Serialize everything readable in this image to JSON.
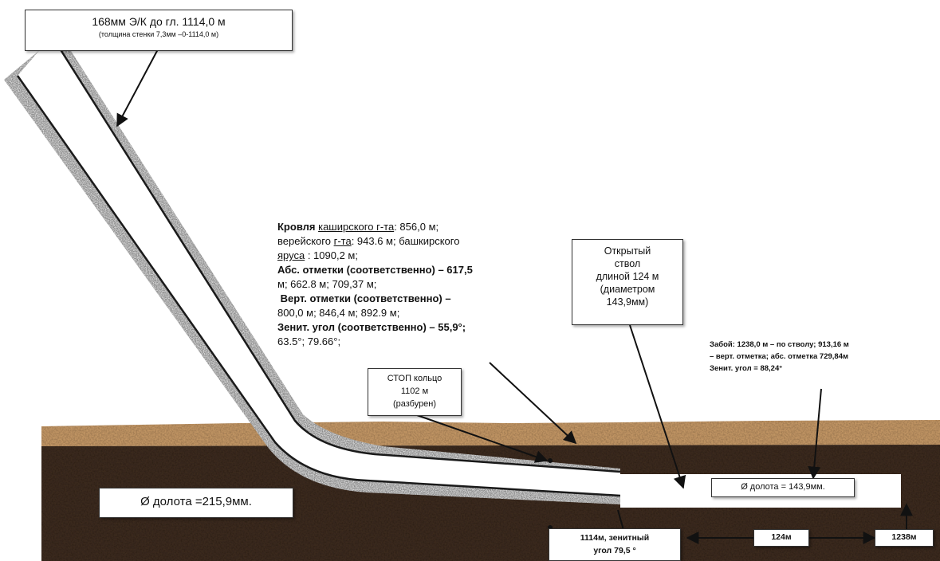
{
  "casing_label": {
    "line1": "168мм Э/К до гл. 1114,0 м",
    "line2": "(толщина стенки 7,3мм –0-1114,0 м)"
  },
  "formation_text": {
    "l1_a": "Кровля ",
    "l1_b": "каширского г-та",
    "l1_c": ": 856,0 м;",
    "l2_a": "верейского ",
    "l2_b": "г-та",
    "l2_c": ": 943.6 м; башкирского",
    "l3_a": "яруса",
    "l3_b": " : 1090,2 м;",
    "l4": "Абс. отметки (соответственно) – 617,5",
    "l5": "м; 662.8 м; 709,37 м;",
    "l6": " Верт. отметки (соответственно) –",
    "l7": "800,0 м; 846,4 м; 892.9 м;",
    "l8": "Зенит. угол (соответственно) – 55,9°;",
    "l9": "63.5°; 79.66°;"
  },
  "open_hole_label": [
    "Открытый",
    "ствол",
    "длиной  124 м",
    "(диаметром",
    "143,9мм)"
  ],
  "bottomhole_text": {
    "l1": "Забой:  1238,0 м – по стволу; 913,16 м",
    "l2": "– верт. отметка; абс. отметка  729,84м",
    "l3": "Зенит. угол = 88,24°"
  },
  "stop_ring_label": [
    "СТОП кольцо",
    "1102 м",
    "(разбурен)"
  ],
  "bit_diameter_casing": "Ø долота =215,9мм.",
  "bit_diameter_open_hole": "Ø долота = 143,9мм.",
  "shoe_label": [
    "1114м, зенитный",
    "угол 79,5 °"
  ],
  "length_label": "124м",
  "total_depth_label": "1238м",
  "colors": {
    "sand": "#c19564",
    "soil": "#3b2a1e",
    "cement": "#8e8e8e",
    "casing": "#1a1a1a",
    "bore": "#ffffff"
  }
}
